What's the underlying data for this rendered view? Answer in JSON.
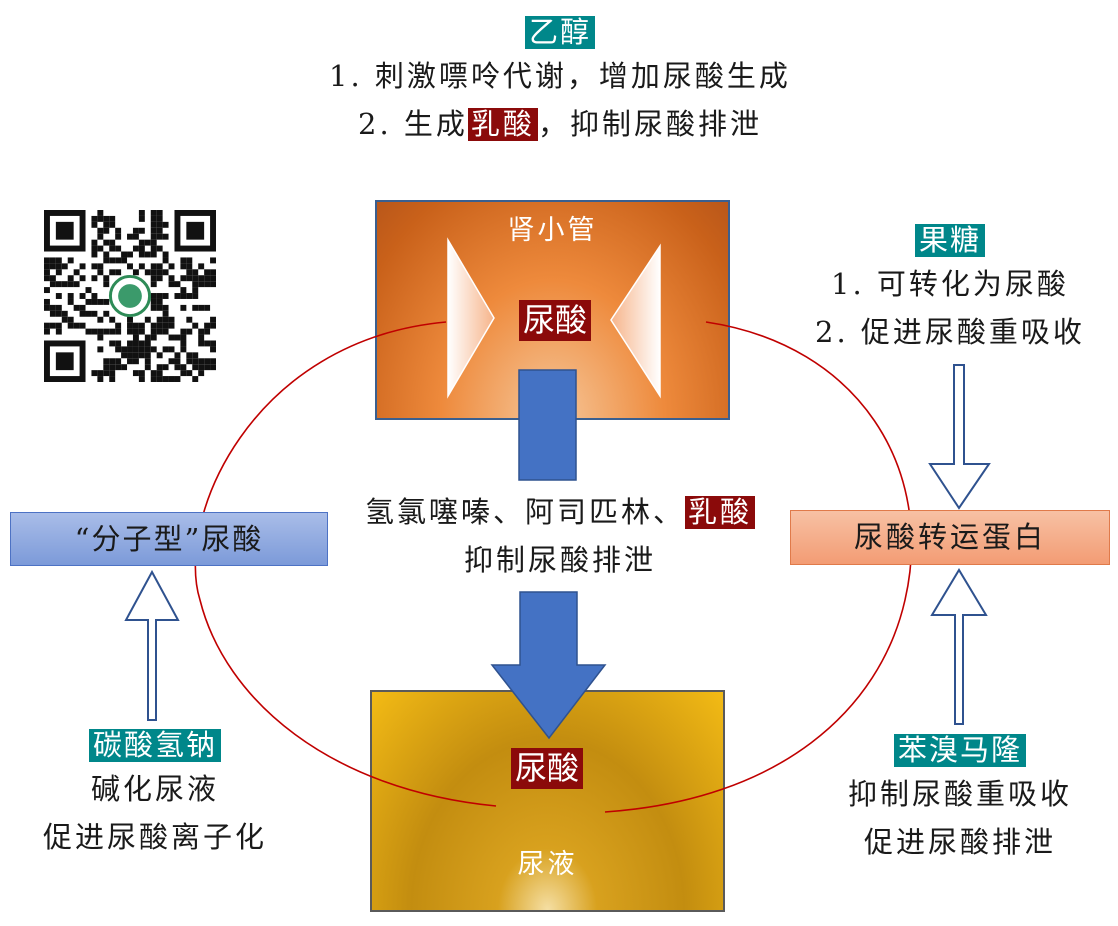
{
  "ethanol": {
    "label": "乙醇",
    "line1": "1. 刺激嘌呤代谢，增加尿酸生成",
    "line2_prefix": "2. 生成",
    "line2_highlight": "乳酸",
    "line2_suffix": "，抑制尿酸排泄"
  },
  "fructose": {
    "label": "果糖",
    "line1": "1. 可转化为尿酸",
    "line2": "2. 促进尿酸重吸收"
  },
  "tubule": {
    "label": "肾小管",
    "uric_acid": "尿酸"
  },
  "center_text": {
    "line1_prefix": "氢氯噻嗪、阿司匹林、",
    "line1_highlight": "乳酸",
    "line2": "抑制尿酸排泄"
  },
  "molecular_box": "“分子型”尿酸",
  "transporter_box": "尿酸转运蛋白",
  "urine": {
    "uric_acid": "尿酸",
    "label": "尿液"
  },
  "bicarbonate": {
    "label": "碳酸氢钠",
    "line1": "碱化尿液",
    "line2": "促进尿酸离子化"
  },
  "benzbromarone": {
    "label": "苯溴马隆",
    "line1": "抑制尿酸重吸收",
    "line2": "促进尿酸排泄"
  },
  "colors": {
    "teal": "#00878a",
    "dark_red": "#8b0a0a",
    "arrow_blue": "#4472c4",
    "cycle_red": "#c00000"
  },
  "icons": {
    "qr": "qr-code-icon"
  }
}
